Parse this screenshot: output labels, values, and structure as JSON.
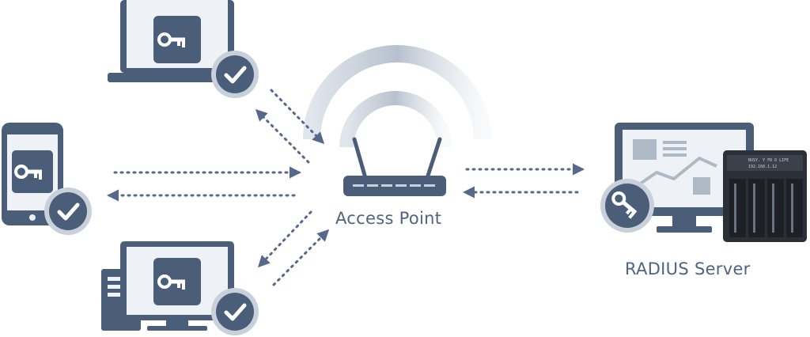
{
  "labels": {
    "access_point": "Access Point",
    "radius_server": "RADIUS Server",
    "nas_line_1": "BUSY. Y FR D LIFE",
    "nas_line_2": "192.168.1.12"
  },
  "nodes": [
    {
      "id": "client-laptop",
      "kind": "laptop",
      "authenticated": true
    },
    {
      "id": "client-phone",
      "kind": "phone",
      "authenticated": true
    },
    {
      "id": "client-desktop",
      "kind": "desktop",
      "authenticated": true
    },
    {
      "id": "access-point",
      "kind": "router"
    },
    {
      "id": "radius-server",
      "kind": "server"
    }
  ],
  "colors": {
    "primary": "#4f6480",
    "device_body": "#4a5d79",
    "screen": "#eef2f6",
    "badge_ring": "#c8d0da",
    "arrow": "#56698a",
    "server_dark": "#2b2f36"
  },
  "icons": {
    "client_icon": "key-icon",
    "status_badge": "check-icon",
    "server_badge": "key-icon"
  }
}
